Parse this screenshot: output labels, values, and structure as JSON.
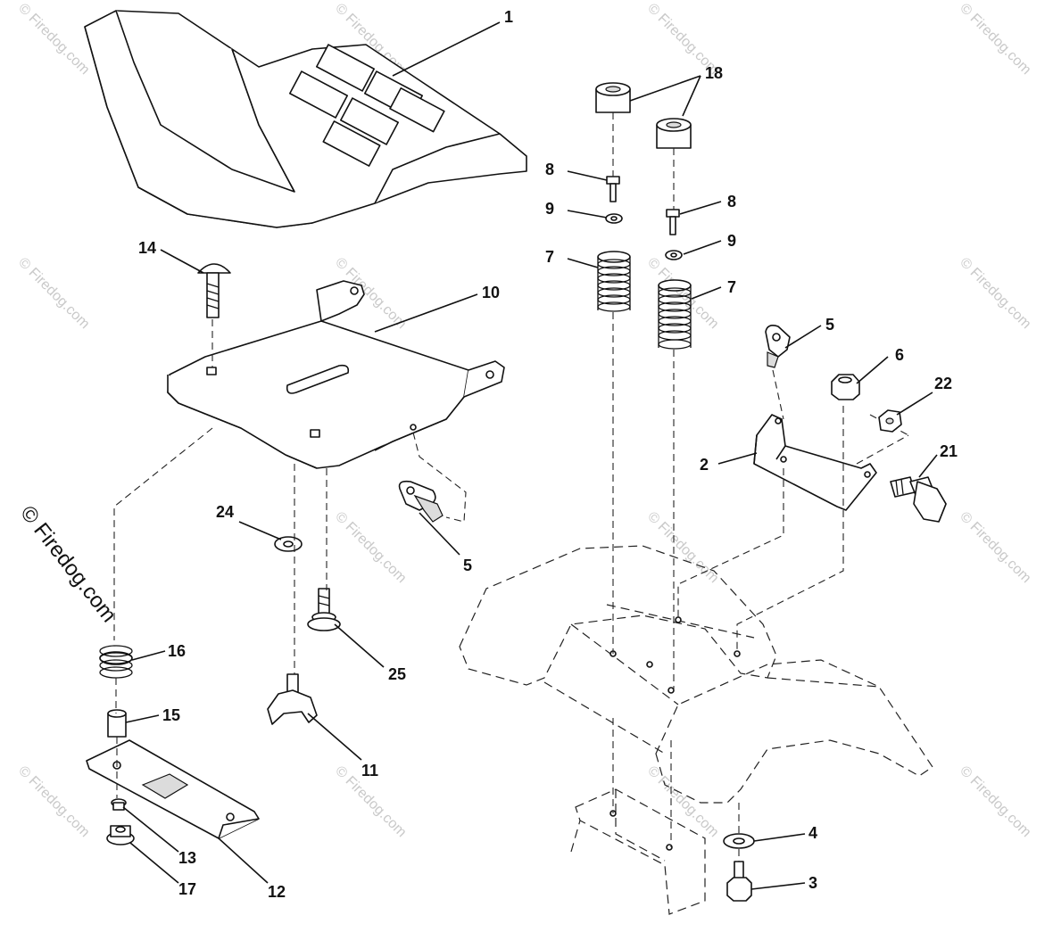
{
  "diagram": {
    "callouts": {
      "c1": "1",
      "c2": "2",
      "c3": "3",
      "c4": "4",
      "c5a": "5",
      "c5b": "5",
      "c6": "6",
      "c7a": "7",
      "c7b": "7",
      "c8a": "8",
      "c8b": "8",
      "c9a": "9",
      "c9b": "9",
      "c10": "10",
      "c11": "11",
      "c12": "12",
      "c13": "13",
      "c14": "14",
      "c15": "15",
      "c16": "16",
      "c17": "17",
      "c18": "18",
      "c21": "21",
      "c22": "22",
      "c24": "24",
      "c25": "25"
    },
    "watermark": {
      "main": "© Firedog.com",
      "tile": "© Firedog.com"
    }
  }
}
